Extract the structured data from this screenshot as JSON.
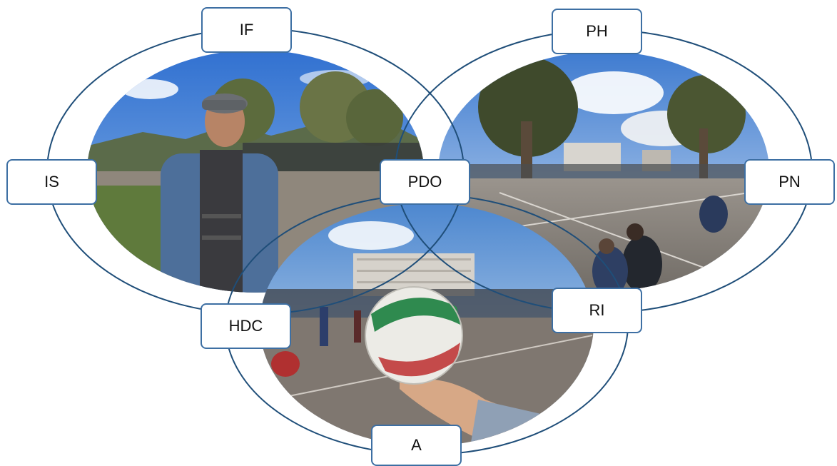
{
  "colors": {
    "ring_stroke": "#1f4e79",
    "box_border": "#3d6fa3",
    "photo_sky": "#3f7fd1",
    "photo_pavement": "#8a8580"
  },
  "photos": [
    {
      "name": "photo-man-in-park",
      "depicts": "man-cap-denim-jacket-park"
    },
    {
      "name": "photo-court-people",
      "depicts": "people-on-outdoor-court"
    },
    {
      "name": "photo-volleyball",
      "depicts": "hand-holding-volleyball"
    }
  ],
  "labels": {
    "if": "IF",
    "ph": "PH",
    "is": "IS",
    "pdo": "PDO",
    "pn": "PN",
    "hdc": "HDC",
    "ri": "RI",
    "a": "A"
  }
}
